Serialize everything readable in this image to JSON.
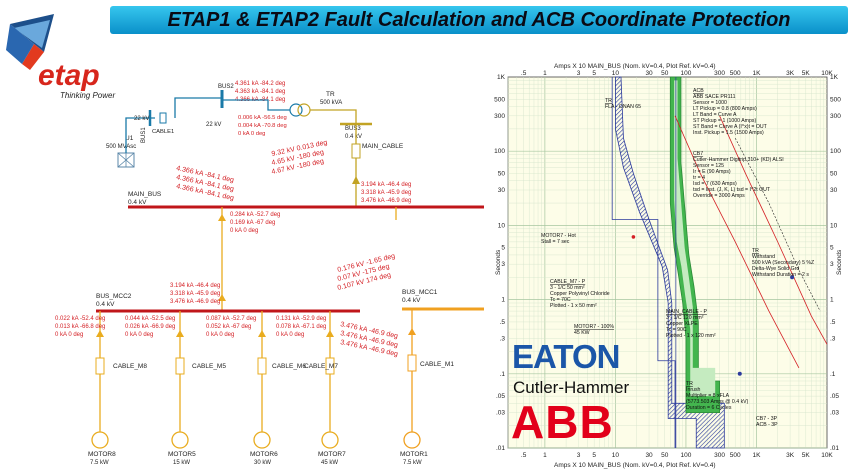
{
  "title": "ETAP1 & ETAP2  Fault Calculation and ACB Coordinate Protection",
  "logo": {
    "brand": "etap",
    "tagline": "Thinking Power"
  },
  "vendor_logos": {
    "eaton": "EATON",
    "cutler": "Cutler-Hammer",
    "abb": "ABB"
  },
  "sld": {
    "utility": {
      "name": "U1",
      "rating": "500 MVAsc"
    },
    "bus1": {
      "name": "BUS1",
      "kv": "22 kV"
    },
    "cable1": "CABLE1",
    "bus2": {
      "name": "BUS2",
      "kv": "22 kV"
    },
    "bus2_faults": [
      "4.361 kA -84.2 deg",
      "4.363 kA -84.1 deg",
      "4.366 kA -84.1 deg"
    ],
    "bus2_contrib": [
      "0.006 kA -56.5 deg",
      "0.004 kA -70.8 deg",
      "0 kA 0 deg"
    ],
    "tr": {
      "name": "TR",
      "rating": "500 kVA"
    },
    "bus3": {
      "name": "BUS3",
      "kv": "0.4 kV"
    },
    "tr_flow": [
      "9.32 kV 0.013 deg",
      "4.65 kV -180 deg",
      "4.67 kV -180 deg"
    ],
    "main_cable": "MAIN_CABLE",
    "main_bus": {
      "name": "MAIN_BUS",
      "kv": "0.4 kV"
    },
    "main_bus_faults": [
      "4.366 kA -84.1 deg",
      "4.366 kA -84.1 deg",
      "4.366 kA -84.1 deg"
    ],
    "main_cable_flow": [
      "3.194 kA -46.4 deg",
      "3.318 kA -45.9 deg",
      "3.476 kA -46.9 deg"
    ],
    "main_bus_mcc2_flow": [
      "0.284 kA -52.7 deg",
      "0.169 kA -67 deg",
      "0 kA 0 deg"
    ],
    "feeder_volt": [
      "0.176 kV -1.65 deg",
      "0.07 kV -175 deg",
      "0.107 kV 174 deg"
    ],
    "bus_mcc2": {
      "name": "BUS_MCC2",
      "kv": "0.4 kV"
    },
    "mcc2_bus_flow": [
      "3.194 kA -46.4 deg",
      "3.318 kA -45.9 deg",
      "3.476 kA -46.9 deg"
    ],
    "bus_mcc1": {
      "name": "BUS_MCC1",
      "kv": "0.4 kV"
    },
    "feeders": [
      {
        "flows": [
          "0.022 kA -52.4 deg",
          "0.013 kA -66.8 deg",
          "0 kA 0 deg"
        ],
        "cable": "CABLE_M8",
        "motor": "MOTOR8",
        "kw": "7.5 kW"
      },
      {
        "flows": [
          "0.044 kA -52.5 deg",
          "0.026 kA -66.9 deg",
          "0 kA 0 deg"
        ],
        "cable": "CABLE_M5",
        "motor": "MOTOR5",
        "kw": "15 kW"
      },
      {
        "flows": [
          "0.087 kA -52.7 deg",
          "0.052 kA -67 deg",
          "0 kA 0 deg"
        ],
        "cable": "CABLE_M6",
        "motor": "MOTOR6",
        "kw": "30 kW"
      },
      {
        "flows": [
          "0.131 kA -52.9 deg",
          "0.078 kA -67.1 deg",
          "0 kA 0 deg"
        ],
        "cable": "CABLE_M7",
        "motor": "MOTOR7",
        "kw": "45 kW"
      }
    ],
    "m7_fault": [
      "3.476 kA -46.9 deg",
      "3.476 kA -46.9 deg",
      "3.476 kA -46.9 deg"
    ],
    "mcc1_feeder": {
      "cable": "CABLE_M1",
      "motor": "MOTOR1",
      "kw": "7.5 kW"
    }
  },
  "tcc": {
    "top_axis": "Amps  X  10   MAIN_BUS  (Nom. kV=0.4, Plot Ref. kV=0.4)",
    "bottom_axis": "Amps  X  10   MAIN_BUS  (Nom. kV=0.4, Plot Ref. kV=0.4)",
    "ylabel": "Seconds",
    "x_ticks": [
      ".5",
      "1",
      "3",
      "5",
      "10",
      "30",
      "50",
      "100",
      "300",
      "500",
      "1K",
      "3K",
      "5K",
      "10K"
    ],
    "y_ticks": [
      "1K",
      "500",
      "300",
      "100",
      "50",
      "30",
      "10",
      "5",
      "3",
      "1",
      ".5",
      ".3",
      ".1",
      ".05",
      ".03",
      ".01"
    ],
    "annotations": {
      "tr": [
        "TR",
        "FLA - ONAN 65"
      ],
      "acb": [
        "ACB",
        "ABB  SACE PR111",
        "Sensor = 1000",
        "LT Pickup = 0.8 (800 Amps)",
        "LT Band = Curve A",
        "ST Pickup = 1 (1000 Amps)",
        "ST Band = Curve A  (I^x)t = OUT",
        "Inst. Pickup = 1.5 (1500 Amps)"
      ],
      "cb7": [
        "CB7",
        "Cutler-Hammer  Digitrip 310+ (KD) ALSI",
        "Sensor = 125",
        "Ir = E (90 Amps)",
        "tr = 4",
        "Isd = 7 (630 Amps)",
        "tsd = Inst. (J, K, L)  tsd = I^2t OUT",
        "Override = 3000 Amps"
      ],
      "motor_hot": [
        "MOTOR7 - Hot",
        "Stall = 7 sec"
      ],
      "tr_withstand": [
        "TR",
        "Withstand",
        "500 kVA (Secondary)  5 %Z",
        "Delta-Wye Solid Grd",
        "Withstand Duration = 2 s"
      ],
      "cable_m7": [
        "CABLE_M7 - P",
        "3 - 1/C 50 mm²",
        "Copper  Polyvinyl Chloride",
        "Tc = 70C",
        "Plotted - 1 x 50 mm²"
      ],
      "motor_100": [
        "MOTOR7 - 100%",
        "45 KW"
      ],
      "main_cable": [
        "MAIN_CABLE - P",
        "3 - 1/C 120 mm²",
        "Copper  XLPE",
        "Tc = 90C",
        "Plotted - 1 x 120 mm²"
      ],
      "inrush": [
        "TR",
        "Inrush",
        "Multiplier = 8 xFLA",
        "(5773.503 Amps @ 0.4 kV)",
        "Duration = 6 Cycles"
      ],
      "small": [
        "CB7 - 3P",
        "ACB - 3P"
      ]
    }
  },
  "colors": {
    "bus": "#c0161a",
    "feeder": "#e9ac1f",
    "flow_text": "#d42025",
    "tr_curve": "#2b3a9c",
    "acb_curve": "#2aa84a",
    "mcc1_bus": "#f0a020"
  }
}
